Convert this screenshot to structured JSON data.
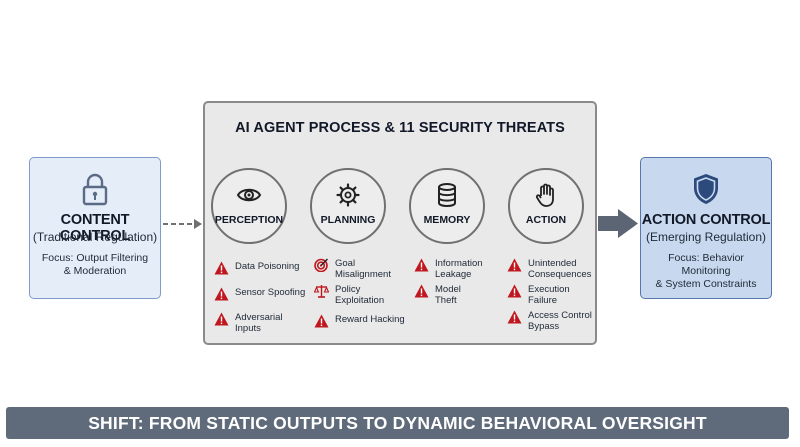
{
  "left_box": {
    "title": "CONTENT CONTROL",
    "subtitle": "(Traditional Regulation)",
    "focus_line1": "Focus: Output Filtering",
    "focus_line2": "& Moderation",
    "icon": "lock-icon"
  },
  "right_box": {
    "title": "ACTION CONTROL",
    "subtitle": "(Emerging Regulation)",
    "focus_line1": "Focus: Behavior Monitoring",
    "focus_line2": "& System Constraints",
    "icon": "shield-icon"
  },
  "process": {
    "title": "AI AGENT PROCESS & 11 SECURITY THREATS",
    "stages": [
      {
        "label": "PERCEPTION",
        "icon": "eye-icon"
      },
      {
        "label": "PLANNING",
        "icon": "gear-icon"
      },
      {
        "label": "MEMORY",
        "icon": "database-icon"
      },
      {
        "label": "ACTION",
        "icon": "hand-icon"
      }
    ],
    "threats": {
      "perception": [
        {
          "line1": "Data Poisoning",
          "line2": "",
          "icon": "warning-icon"
        },
        {
          "line1": "Sensor Spoofing",
          "line2": "",
          "icon": "warning-icon"
        },
        {
          "line1": "Adversarial",
          "line2": "Inputs",
          "icon": "warning-icon"
        }
      ],
      "planning": [
        {
          "line1": "Goal",
          "line2": "Misalignment",
          "icon": "target-icon"
        },
        {
          "line1": "Policy",
          "line2": "Exploitation",
          "icon": "scales-icon"
        },
        {
          "line1": "Reward Hacking",
          "line2": "",
          "icon": "warning-icon"
        }
      ],
      "memory": [
        {
          "line1": "Information",
          "line2": "Leakage",
          "icon": "warning-icon"
        },
        {
          "line1": "Model",
          "line2": "Theft",
          "icon": "warning-icon"
        }
      ],
      "action": [
        {
          "line1": "Unintended",
          "line2": "Consequences",
          "icon": "warning-icon"
        },
        {
          "line1": "Execution",
          "line2": "Failure",
          "icon": "warning-icon"
        },
        {
          "line1": "Access Control",
          "line2": "Bypass",
          "icon": "warning-icon"
        }
      ]
    }
  },
  "bottom_banner": "SHIFT: FROM STATIC OUTPUTS TO DYNAMIC BEHAVIORAL OVERSIGHT",
  "colors": {
    "warning": "#c0171e",
    "box_blue_light": "#e5edf8",
    "box_blue": "#c8d9ef",
    "banner": "#5f6b7a",
    "shield": "#2c4a7c"
  }
}
